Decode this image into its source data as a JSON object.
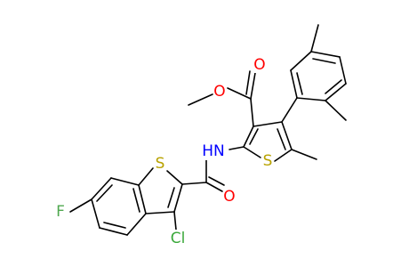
{
  "molecule": {
    "atom_labels": {
      "ester_O_double": "O",
      "ester_O_single": "O",
      "amide_NH": "HN",
      "amide_O": "O",
      "thiophene_S": "S",
      "benzothiophene_S": "S",
      "fluorine": "F",
      "chlorine": "Cl"
    }
  },
  "colors": {
    "O": "#ff0000",
    "N": "#0000ff",
    "S": "#b8a200",
    "F": "#4fa84f",
    "Cl": "#3aa83a",
    "bond": "#000000"
  }
}
